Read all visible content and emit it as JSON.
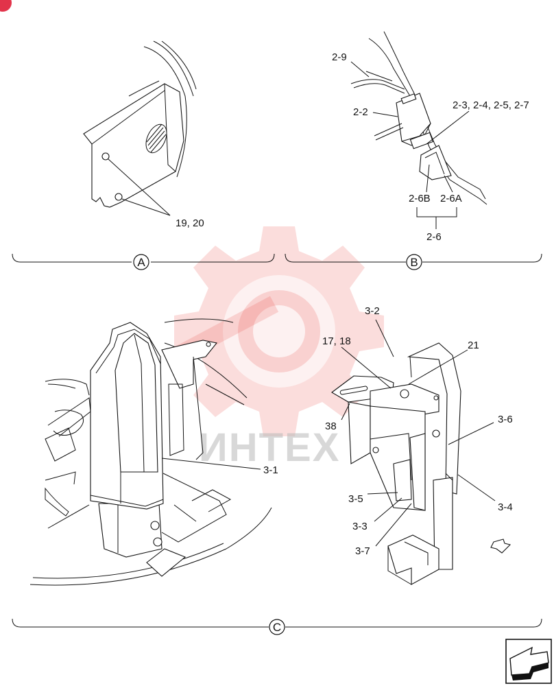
{
  "corner_badge": {
    "color": "#e2334a",
    "text": ""
  },
  "watermark": {
    "text": "ИНТЕХ",
    "color": "#e8413e"
  },
  "sections": {
    "a": {
      "label": "A",
      "callouts": [
        "19, 20"
      ]
    },
    "b": {
      "label": "B",
      "callouts": [
        "2-9",
        "2-2",
        "2-3, 2-4, 2-5, 2-7",
        "2-6B",
        "2-6A",
        "2-6"
      ]
    },
    "c": {
      "label": "C",
      "callouts": [
        "3-1",
        "3-2",
        "17, 18",
        "21",
        "38",
        "3-6",
        "3-5",
        "3-3",
        "3-7",
        "3-4"
      ]
    }
  },
  "nav_icon": {
    "name": "next-page-arrow-icon"
  }
}
